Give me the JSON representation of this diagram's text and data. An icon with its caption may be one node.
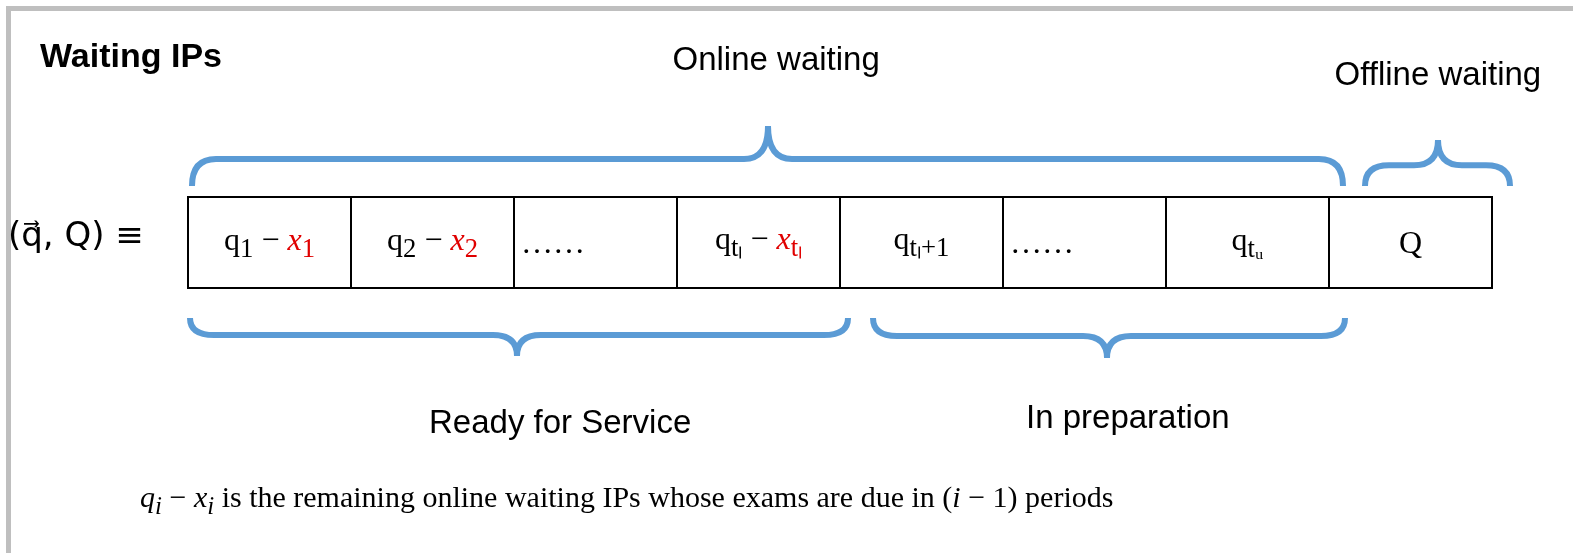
{
  "diagram": {
    "title": "Waiting IPs",
    "labels": [
      "Online waiting",
      "Offline waiting",
      "(q⃗, Q) ≡",
      "q$_{1}$ − *x*$_{1}$",
      "q$_{2}$ − *x*$_{2}$",
      "……",
      "q$_{tₗ}$ − *x*$_{tₗ}$",
      "q$_{tₗ+1}$",
      "……",
      "q$_{tᵤ}$",
      "Q",
      "Ready for Service",
      "In preparation",
      "*q*$_{i}$ − *x*$_{i}$ is the remaining online waiting IPs whose exams are due in (*i* − 1) periods"
    ]
  }
}
